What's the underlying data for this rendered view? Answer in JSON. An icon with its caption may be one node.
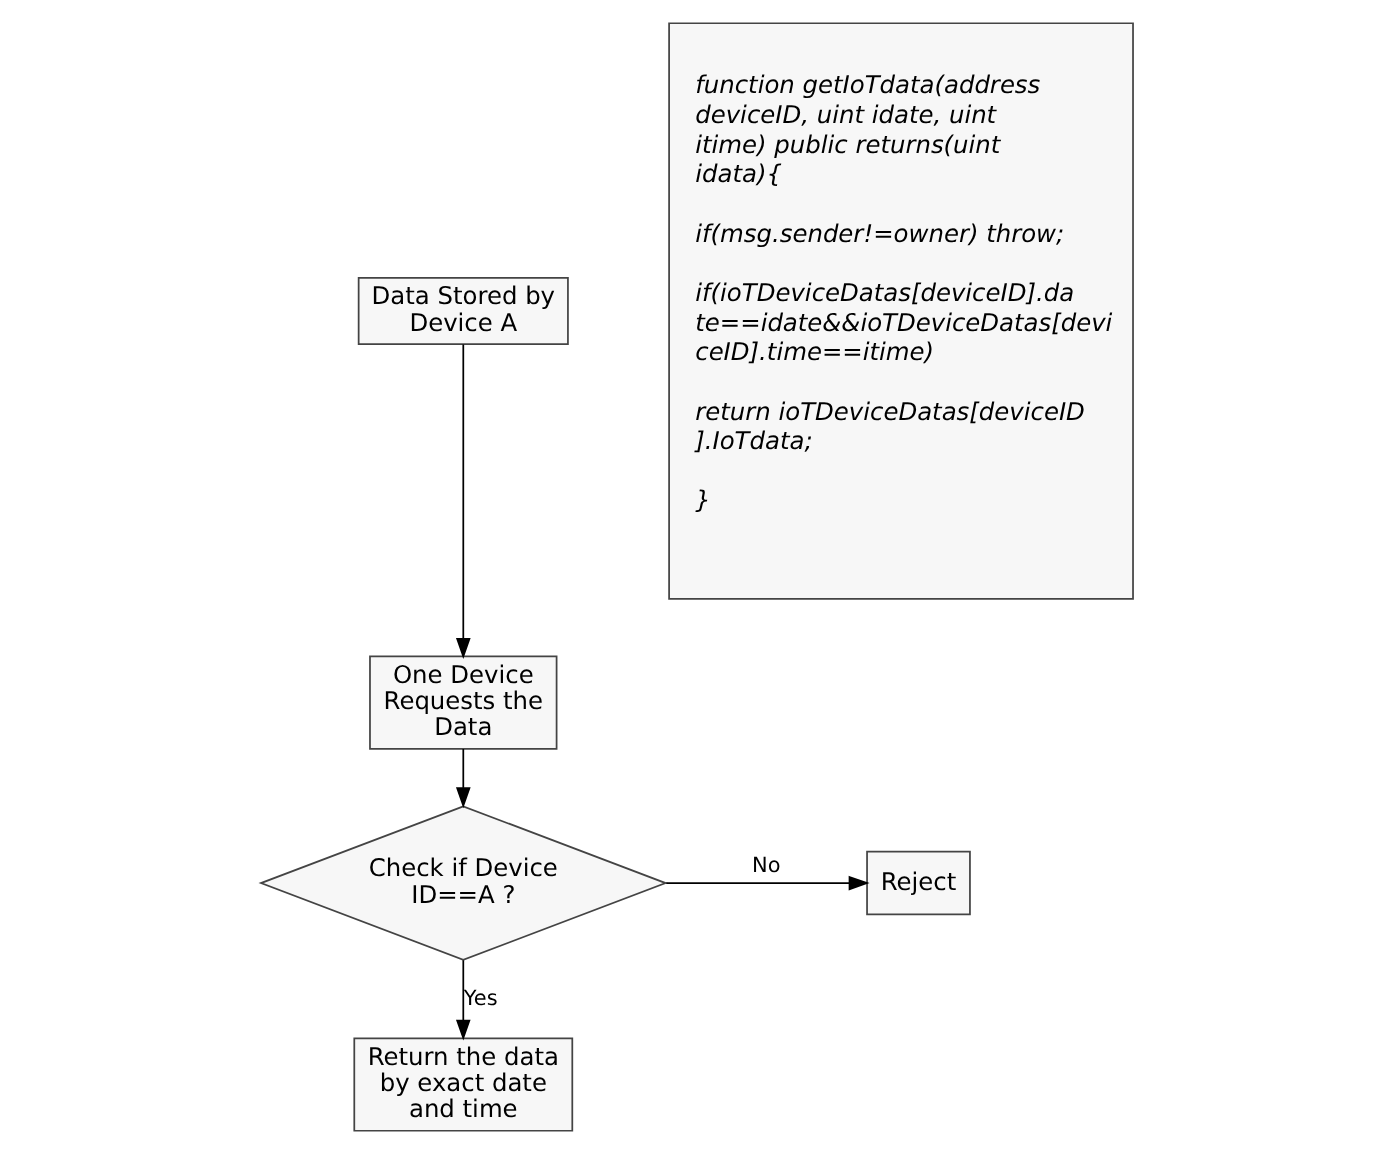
{
  "diagram": {
    "nodes": [
      {
        "text": [
          "Data Stored by Device A"
        ]
      },
      {
        "text": [
          "One Device Requests the Data"
        ]
      },
      {
        "text": [
          "Check if Device ID==A ?"
        ]
      },
      {
        "text": [
          "Reject"
        ]
      },
      {
        "text": [
          "Return the data by exact date and time"
        ]
      },
      {
        "text": [
          "function getIoTdata(address deviceID, uint idate, uint itime) public returns(uint idata){",
          "if(msg.sender!=owner) throw;",
          "if(ioTDeviceDatas[deviceID].date==idate&&ioTDeviceDatas[deviceID].time==itime)",
          "return ioTDeviceDatas[deviceID].IoTdata;",
          "}"
        ]
      }
    ],
    "edges": [
      {
        "from": 0,
        "to": 1,
        "arrow": "to"
      },
      {
        "from": 1,
        "to": 2,
        "arrow": "to"
      },
      {
        "from": 2,
        "to": 3,
        "arrow": "to",
        "label": "No"
      },
      {
        "from": 2,
        "to": 4,
        "arrow": "to",
        "label": "Yes"
      }
    ]
  }
}
